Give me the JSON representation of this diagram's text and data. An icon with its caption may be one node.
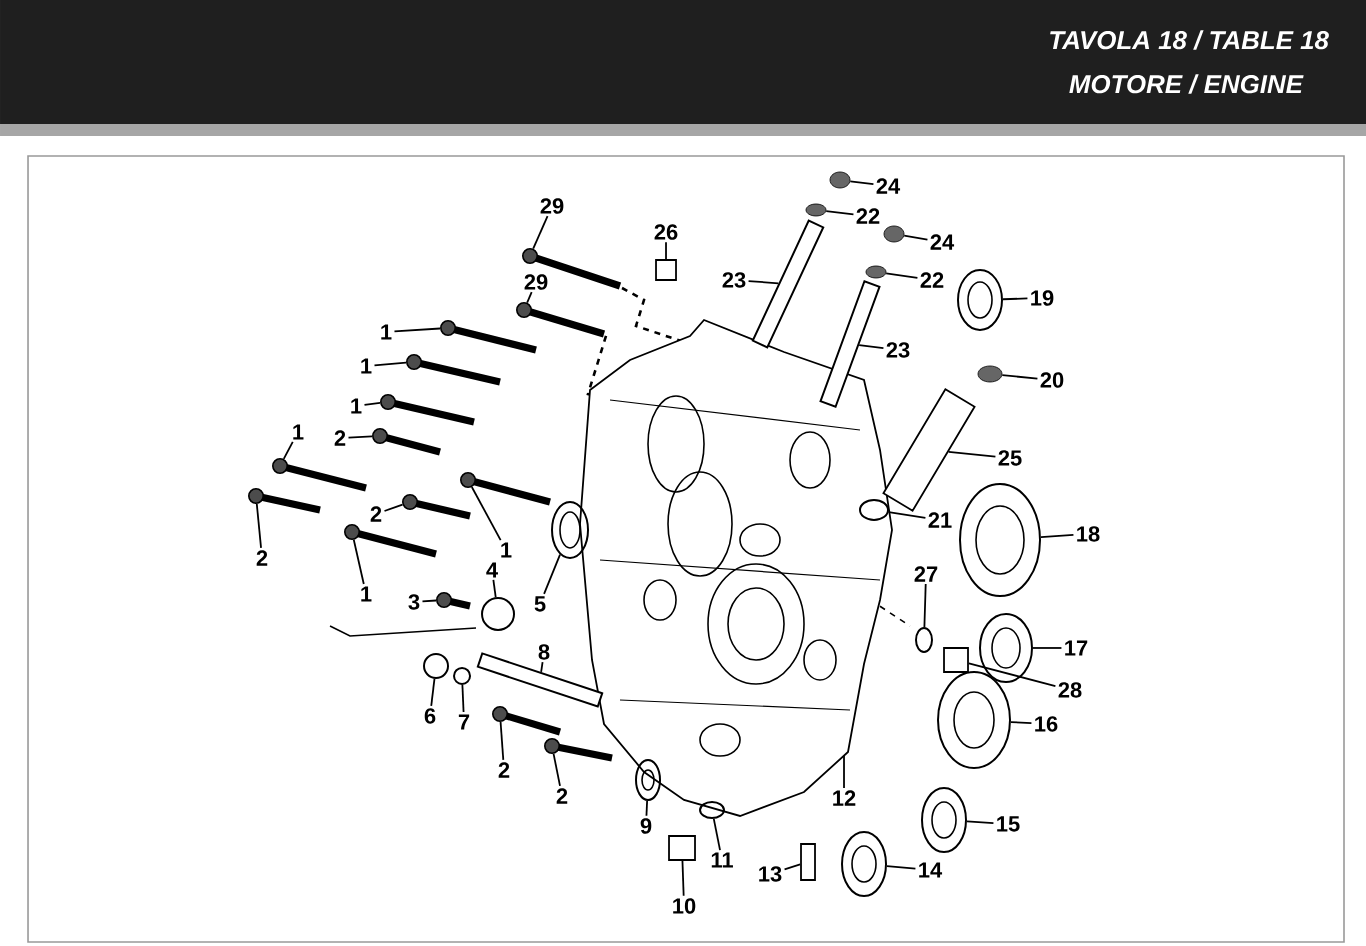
{
  "diagram": {
    "title": "TAVOLA 18 / TABLE 18",
    "nodes": [
      {
        "text": [
          "24"
        ]
      },
      {
        "text": [
          "22"
        ]
      },
      {
        "text": [
          "29"
        ]
      },
      {
        "text": [
          "26"
        ]
      },
      {
        "text": [
          "24"
        ]
      },
      {
        "text": [
          "22"
        ]
      },
      {
        "text": [
          "23"
        ]
      },
      {
        "text": [
          "29"
        ]
      },
      {
        "text": [
          "19"
        ]
      },
      {
        "text": [
          "1"
        ]
      },
      {
        "text": [
          "23"
        ]
      },
      {
        "text": [
          "1"
        ]
      },
      {
        "text": [
          "20"
        ]
      },
      {
        "text": [
          "1"
        ]
      },
      {
        "text": [
          "2"
        ]
      },
      {
        "text": [
          "1"
        ]
      },
      {
        "text": [
          "25"
        ]
      },
      {
        "text": [
          "2"
        ]
      },
      {
        "text": [
          "21"
        ]
      },
      {
        "text": [
          "18"
        ]
      },
      {
        "text": [
          "1"
        ]
      },
      {
        "text": [
          "2"
        ]
      },
      {
        "text": [
          "4"
        ]
      },
      {
        "text": [
          "27"
        ]
      },
      {
        "text": [
          "1"
        ]
      },
      {
        "text": [
          "3"
        ]
      },
      {
        "text": [
          "5"
        ]
      },
      {
        "text": [
          "17"
        ]
      },
      {
        "text": [
          "8"
        ]
      },
      {
        "text": [
          "28"
        ]
      },
      {
        "text": [
          "6"
        ]
      },
      {
        "text": [
          "7"
        ]
      },
      {
        "text": [
          "16"
        ]
      },
      {
        "text": [
          "2"
        ]
      },
      {
        "text": [
          "2"
        ]
      },
      {
        "text": [
          "12"
        ]
      },
      {
        "text": [
          "15"
        ]
      },
      {
        "text": [
          "9"
        ]
      },
      {
        "text": [
          "11"
        ]
      },
      {
        "text": [
          "13"
        ]
      },
      {
        "text": [
          "14"
        ]
      },
      {
        "text": [
          "10"
        ]
      },
      {
        "text": [],
        "shape": "nut"
      },
      {
        "text": [],
        "shape": "nut"
      },
      {
        "text": [],
        "shape": "bolt"
      },
      {
        "text": [],
        "shape": "box"
      },
      {
        "text": [],
        "shape": "nut"
      },
      {
        "text": [],
        "shape": "nut"
      },
      {
        "text": [],
        "shape": "shaft"
      },
      {
        "text": [],
        "shape": "bolt"
      },
      {
        "text": [],
        "shape": "ring"
      },
      {
        "text": [],
        "shape": "bolt"
      },
      {
        "text": [],
        "shape": "shaft"
      },
      {
        "text": [],
        "shape": "bolt"
      },
      {
        "text": [],
        "shape": "nut"
      },
      {
        "text": [],
        "shape": "bolt"
      },
      {
        "text": [],
        "shape": "bolt"
      },
      {
        "text": [],
        "shape": "bolt"
      },
      {
        "text": [],
        "shape": "plate"
      },
      {
        "text": [],
        "shape": "bolt"
      },
      {
        "text": [],
        "shape": "ring"
      },
      {
        "text": [],
        "shape": "ring"
      },
      {
        "text": [],
        "shape": "bolt"
      },
      {
        "text": [],
        "shape": "bolt"
      },
      {
        "text": [],
        "shape": "cap"
      },
      {
        "text": [],
        "shape": "ring"
      },
      {
        "text": [],
        "shape": "bolt"
      },
      {
        "text": [],
        "shape": "bolt"
      },
      {
        "text": [],
        "shape": "ring"
      },
      {
        "text": [],
        "shape": "ring"
      },
      {
        "text": [],
        "shape": "rod"
      },
      {
        "text": [],
        "shape": "box"
      },
      {
        "text": [],
        "shape": "cap"
      },
      {
        "text": [],
        "shape": "ring"
      },
      {
        "text": [],
        "shape": "ring"
      },
      {
        "text": [],
        "shape": "bolt"
      },
      {
        "text": [],
        "shape": "bolt"
      },
      {
        "text": [],
        "shape": "ring"
      },
      {
        "text": [],
        "shape": "ring"
      },
      {
        "text": [],
        "shape": "ring"
      },
      {
        "text": [],
        "shape": "box"
      },
      {
        "text": [],
        "shape": "ring"
      },
      {
        "text": [],
        "shape": "box"
      }
    ],
    "edges": [
      {
        "from": 0,
        "to": 42,
        "arrow": "none"
      },
      {
        "from": 1,
        "to": 43,
        "arrow": "none"
      },
      {
        "from": 2,
        "to": 44,
        "arrow": "none"
      },
      {
        "from": 3,
        "to": 45,
        "arrow": "none"
      },
      {
        "from": 4,
        "to": 46,
        "arrow": "none"
      },
      {
        "from": 5,
        "to": 47,
        "arrow": "none"
      },
      {
        "from": 6,
        "to": 48,
        "arrow": "none"
      },
      {
        "from": 7,
        "to": 49,
        "arrow": "none"
      },
      {
        "from": 8,
        "to": 50,
        "arrow": "none"
      },
      {
        "from": 9,
        "to": 51,
        "arrow": "none"
      },
      {
        "from": 10,
        "to": 52,
        "arrow": "none"
      },
      {
        "from": 11,
        "to": 53,
        "arrow": "none"
      },
      {
        "from": 12,
        "to": 54,
        "arrow": "none"
      },
      {
        "from": 13,
        "to": 55,
        "arrow": "none"
      },
      {
        "from": 14,
        "to": 56,
        "arrow": "none"
      },
      {
        "from": 15,
        "to": 57,
        "arrow": "none"
      },
      {
        "from": 16,
        "to": 58,
        "arrow": "none"
      },
      {
        "from": 17,
        "to": 59,
        "arrow": "none"
      },
      {
        "from": 18,
        "to": 60,
        "arrow": "none"
      },
      {
        "from": 19,
        "to": 61,
        "arrow": "none"
      },
      {
        "from": 20,
        "to": 62,
        "arrow": "none"
      },
      {
        "from": 21,
        "to": 63,
        "arrow": "none"
      },
      {
        "from": 22,
        "to": 64,
        "arrow": "none"
      },
      {
        "from": 23,
        "to": 65,
        "arrow": "none"
      },
      {
        "from": 24,
        "to": 66,
        "arrow": "none"
      },
      {
        "from": 25,
        "to": 67,
        "arrow": "none"
      },
      {
        "from": 26,
        "to": 68,
        "arrow": "none"
      },
      {
        "from": 27,
        "to": 69,
        "arrow": "none"
      },
      {
        "from": 28,
        "to": 70,
        "arrow": "none"
      },
      {
        "from": 29,
        "to": 71,
        "arrow": "none"
      },
      {
        "from": 30,
        "to": 72,
        "arrow": "none"
      },
      {
        "from": 31,
        "to": 73,
        "arrow": "none"
      },
      {
        "from": 32,
        "to": 74,
        "arrow": "none"
      },
      {
        "from": 33,
        "to": 75,
        "arrow": "none"
      },
      {
        "from": 34,
        "to": 76,
        "arrow": "none"
      },
      {
        "from": 35,
        "to": null,
        "arrow": "none"
      },
      {
        "from": 36,
        "to": 77,
        "arrow": "none"
      },
      {
        "from": 37,
        "to": 78,
        "arrow": "none"
      },
      {
        "from": 38,
        "to": 79,
        "arrow": "none"
      },
      {
        "from": 39,
        "to": 80,
        "arrow": "none"
      },
      {
        "from": 40,
        "to": 81,
        "arrow": "none"
      },
      {
        "from": 41,
        "to": 82,
        "arrow": "none"
      }
    ],
    "labels": [
      "MOTORE / ENGINE"
    ]
  }
}
